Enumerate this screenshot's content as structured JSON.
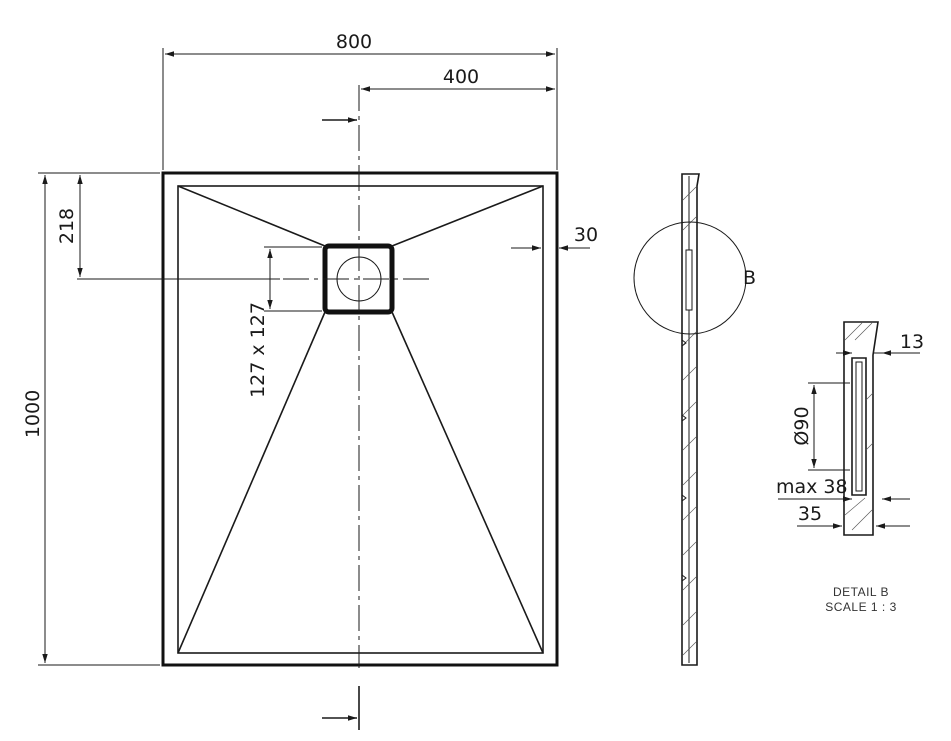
{
  "top_view": {
    "width_label": "800",
    "half_width_label": "400",
    "length_label": "1000",
    "drain_offset_label": "218",
    "drain_size_label": "127 x 127",
    "rim_label": "30"
  },
  "side_view": {
    "detail_callout_label": "B"
  },
  "detail_b": {
    "top_thickness_label": "13",
    "diameter_label": "Ø90",
    "max_label": "max 38",
    "base_label": "35",
    "title": "DETAIL B",
    "scale": "SCALE 1 : 3"
  }
}
